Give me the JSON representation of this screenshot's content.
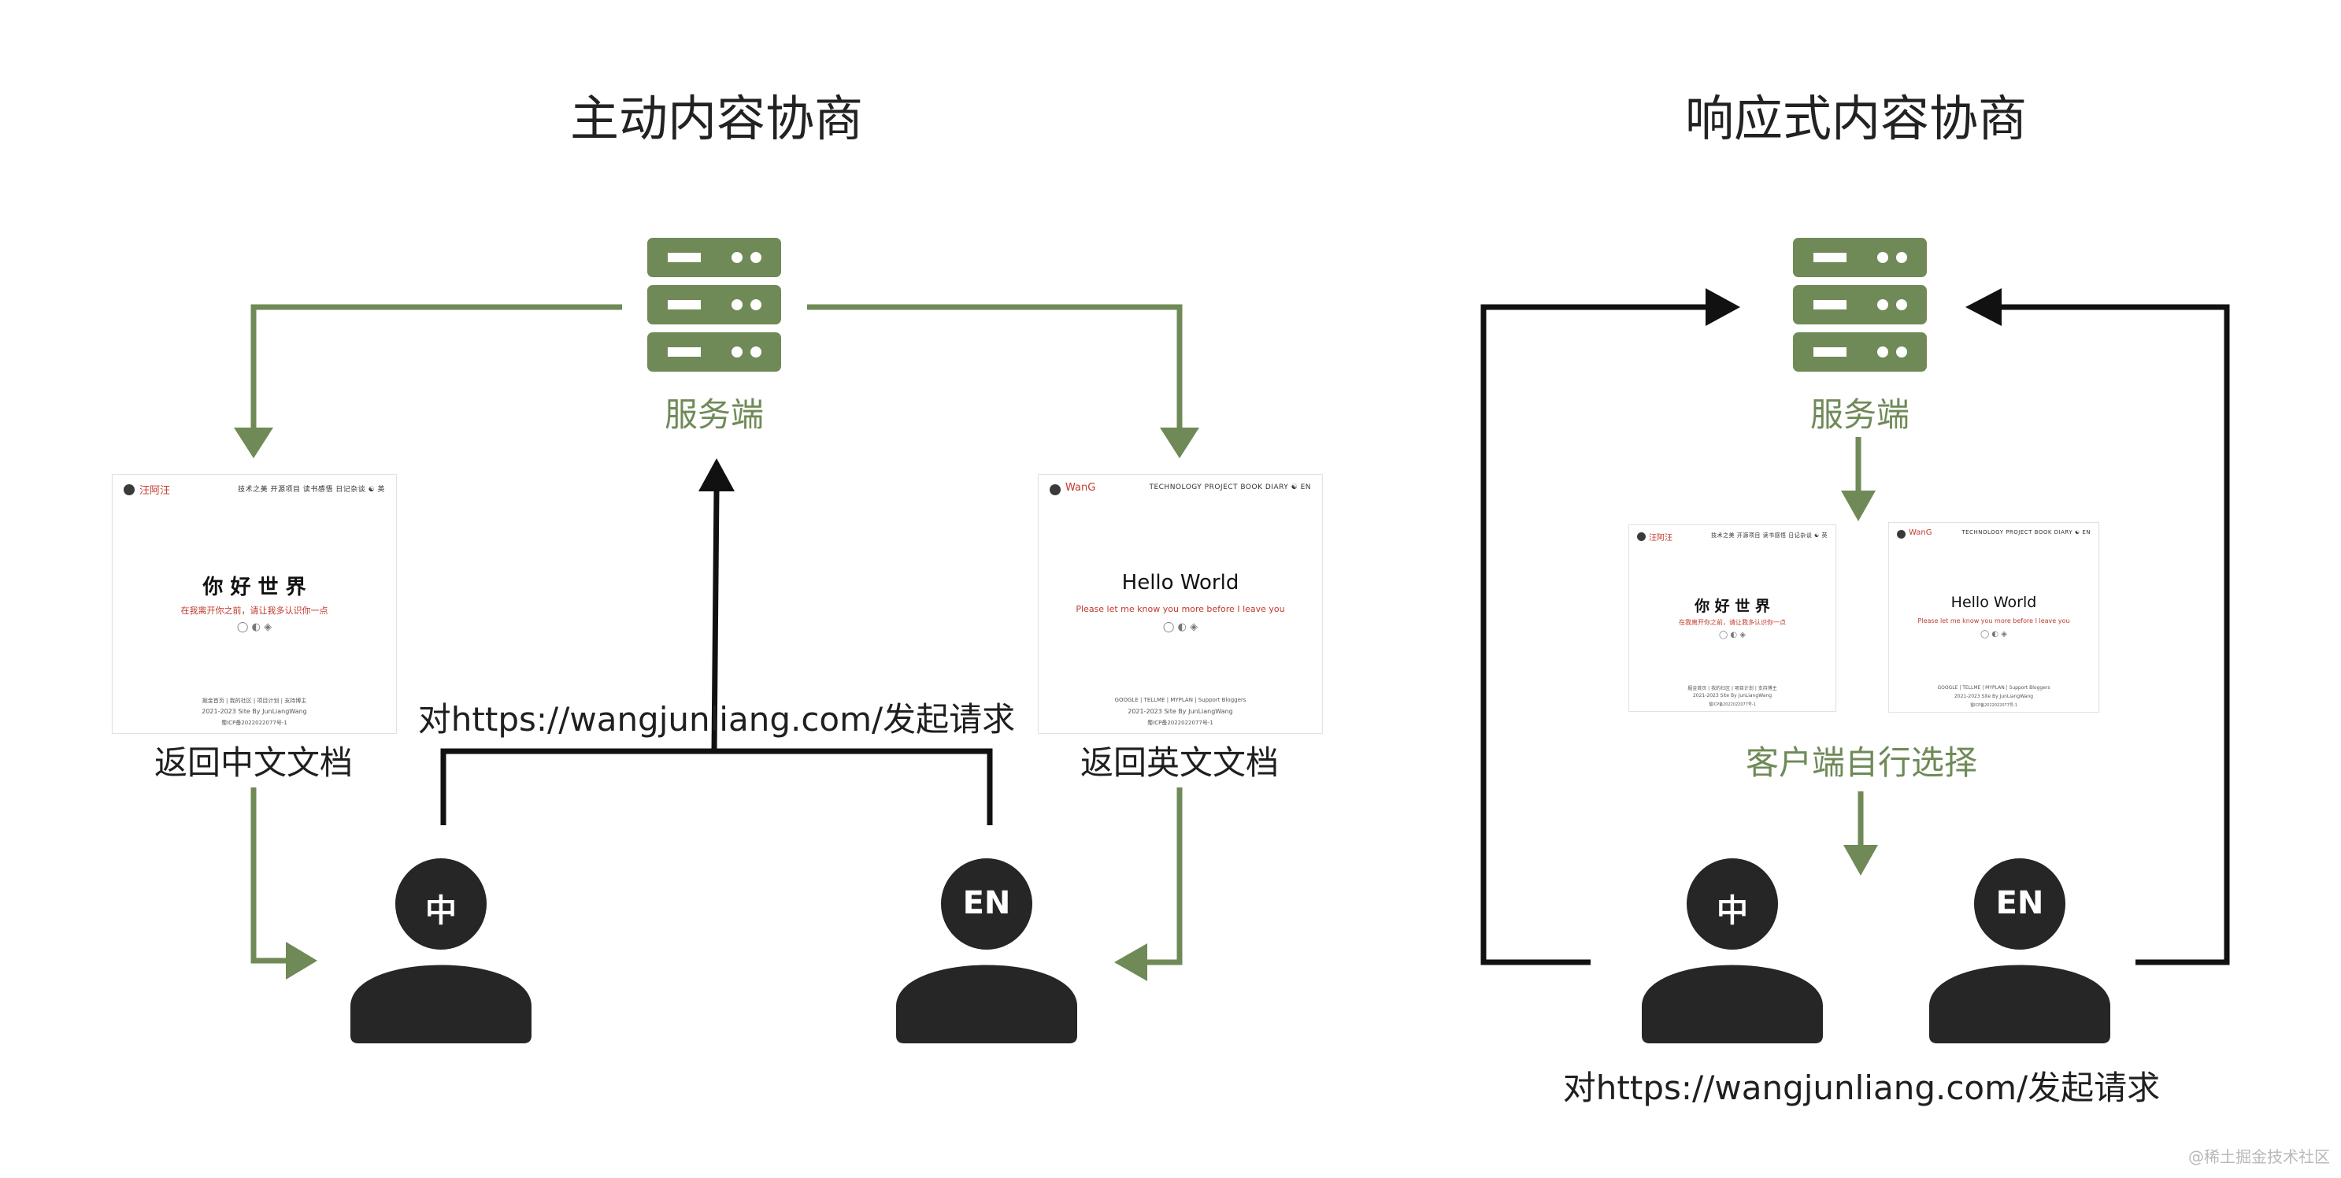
{
  "titles": {
    "left": "主动内容协商",
    "right": "响应式内容协商"
  },
  "labels": {
    "server": "服务端",
    "return_cn": "返回中文文档",
    "return_en": "返回英文文档",
    "client_choose": "客户端自行选择",
    "request": "对https://wangjunliang.com/发起请求"
  },
  "users": {
    "cn": "中",
    "en": "EN"
  },
  "pages": {
    "cn": {
      "brand": "汪阿汪",
      "nav": "技术之美 开源项目 读书感悟 日记杂谈 ☯ 英",
      "headline": "你 好 世 界",
      "sub": "在我离开你之前，请让我多认识你一点",
      "icons": "◯ ◐ ◈",
      "footer_links": "掘金首页 | 我的社区 | 项目计划 | 支持博主",
      "footer_copy": "2021-2023 Site By JunLiangWang",
      "footer_icp": "蜀ICP备2022022077号-1"
    },
    "en": {
      "brand": "WanG",
      "nav": "TECHNOLOGY PROJECT BOOK DIARY ☯ EN",
      "headline": "Hello World",
      "sub": "Please let me know you more before I leave you",
      "icons": "◯ ◐ ◈",
      "footer_links": "GOOGLE | TELLME | MYPLAN | Support Bloggers",
      "footer_copy": "2021-2023 Site By JunLiangWang",
      "footer_icp": "蜀ICP备2022022077号-1"
    }
  },
  "watermark": "@稀土掘金技术社区",
  "colors": {
    "green": "#6f8a57",
    "dark": "#1f1f1f",
    "accent_red": "#c0392b"
  },
  "icons": {
    "server": "server-icon",
    "user": "user-icon"
  }
}
